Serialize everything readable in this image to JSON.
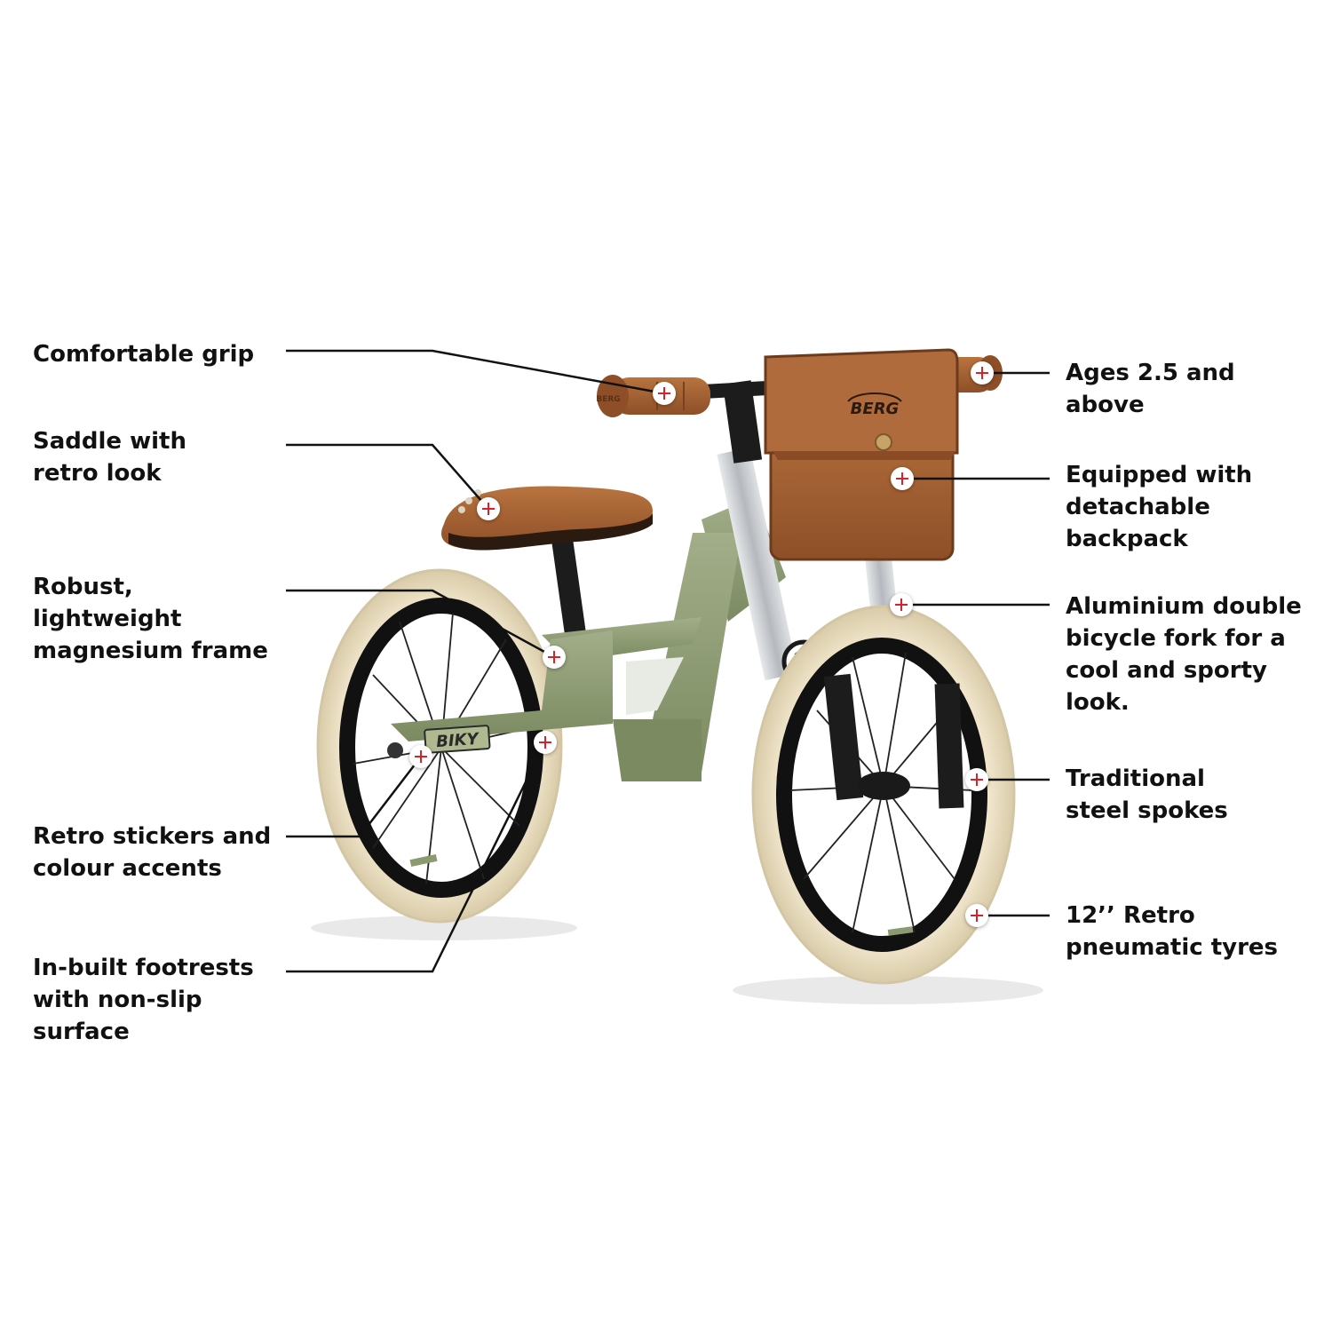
{
  "brand": {
    "frame_sticker": "BIKY",
    "logo": "BERG",
    "grip_text": "BERG",
    "icons": {
      "hotspot": "plus-icon"
    }
  },
  "colors": {
    "frame": "#8c9a72",
    "frame_dark": "#6c7a55",
    "leather": "#a8643a",
    "leather_dark": "#7c4522",
    "tyre": "#efe3c6",
    "tyre_shade": "#dccfae",
    "rim": "#1a1a1a",
    "fork": "#c9ccd0",
    "hotspot_plus": "#d8212b",
    "leader_line": "#111111"
  },
  "features": {
    "grip": {
      "text": "Comfortable grip"
    },
    "saddle": {
      "text": "Saddle with\nretro look"
    },
    "frame": {
      "text": "Robust,\nlightweight\nmagnesium frame"
    },
    "stickers": {
      "text": "Retro stickers and\ncolour accents"
    },
    "footrests": {
      "text": "In-built footrests\nwith non-slip\nsurface"
    },
    "age": {
      "text": "Ages 2.5 and\nabove"
    },
    "backpack": {
      "text": "Equipped with\ndetachable\nbackpack"
    },
    "fork": {
      "text": "Aluminium double\nbicycle fork for a\ncool and sporty\nlook."
    },
    "spokes": {
      "text": "Traditional\nsteel spokes"
    },
    "tyres": {
      "text": "12’’ Retro\npneumatic tyres"
    }
  }
}
